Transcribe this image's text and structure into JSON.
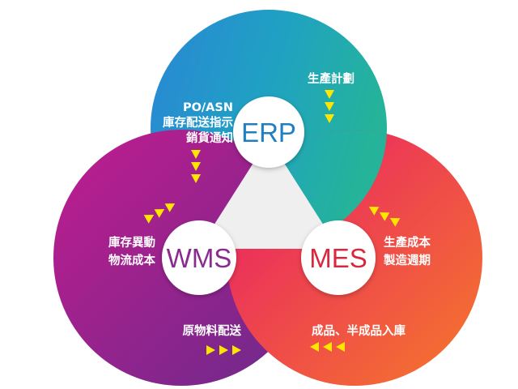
{
  "colors": {
    "erp_start": "#2a86d6",
    "erp_mid": "#1fa2c2",
    "erp_end": "#25b39a",
    "mes_start": "#e8196b",
    "mes_end": "#f5792a",
    "wms_start": "#c21c8e",
    "wms_end": "#6b2a8c",
    "center_triangle": "#efefef",
    "arrow": "#ffe600",
    "erp_text": "#1f7fc1",
    "wms_text": "#8a2b8f",
    "mes_text": "#d9283e"
  },
  "hubs": {
    "erp": "ERP",
    "wms": "WMS",
    "mes": "MES"
  },
  "annotations": {
    "erp_to_mes": "生產計劃",
    "erp_to_wms": [
      "PO/ASN",
      "庫存配送指示",
      "銷貨通知"
    ],
    "wms_to_erp": [
      "庫存異動",
      "物流成本"
    ],
    "mes_to_erp": [
      "生產成本",
      "製造週期"
    ],
    "wms_to_mes": "原物料配送",
    "mes_to_wms": "成品、半成品入庫"
  },
  "arrow_directions": {
    "erp_to_mes": "down",
    "erp_to_wms": "down",
    "wms_to_erp": "up-right",
    "mes_to_erp": "up-left",
    "wms_to_mes": "right",
    "mes_to_wms": "left"
  }
}
